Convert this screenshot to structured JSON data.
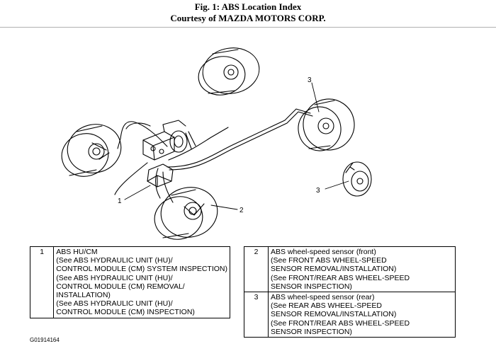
{
  "header": {
    "title": "Fig. 1: ABS Location Index",
    "courtesy": "Courtesy of MAZDA MOTORS CORP."
  },
  "diagram": {
    "callouts": [
      "1",
      "2",
      "3",
      "3"
    ]
  },
  "legend_left": {
    "rows": [
      {
        "number": "1",
        "lines": [
          "ABS HU/CM",
          "(See ABS HYDRAULIC UNIT (HU)/",
          "CONTROL MODULE (CM) SYSTEM INSPECTION)",
          "(See ABS HYDRAULIC UNIT (HU)/",
          "CONTROL MODULE (CM) REMOVAL/",
          "INSTALLATION)",
          "(See ABS HYDRAULIC UNIT (HU)/",
          "CONTROL MODULE (CM) INSPECTION)"
        ]
      }
    ]
  },
  "legend_right": {
    "rows": [
      {
        "number": "2",
        "lines": [
          "ABS wheel-speed sensor (front)",
          "(See FRONT ABS WHEEL-SPEED",
          "SENSOR REMOVAL/INSTALLATION)",
          "(See FRONT/REAR ABS WHEEL-SPEED",
          "SENSOR INSPECTION)"
        ]
      },
      {
        "number": "3",
        "lines": [
          "ABS wheel-speed sensor (rear)",
          "(See REAR ABS WHEEL-SPEED",
          "SENSOR REMOVAL/INSTALLATION)",
          "(See FRONT/REAR ABS WHEEL-SPEED",
          "SENSOR INSPECTION)"
        ]
      }
    ]
  },
  "footer": {
    "figure_code": "G01914164"
  }
}
